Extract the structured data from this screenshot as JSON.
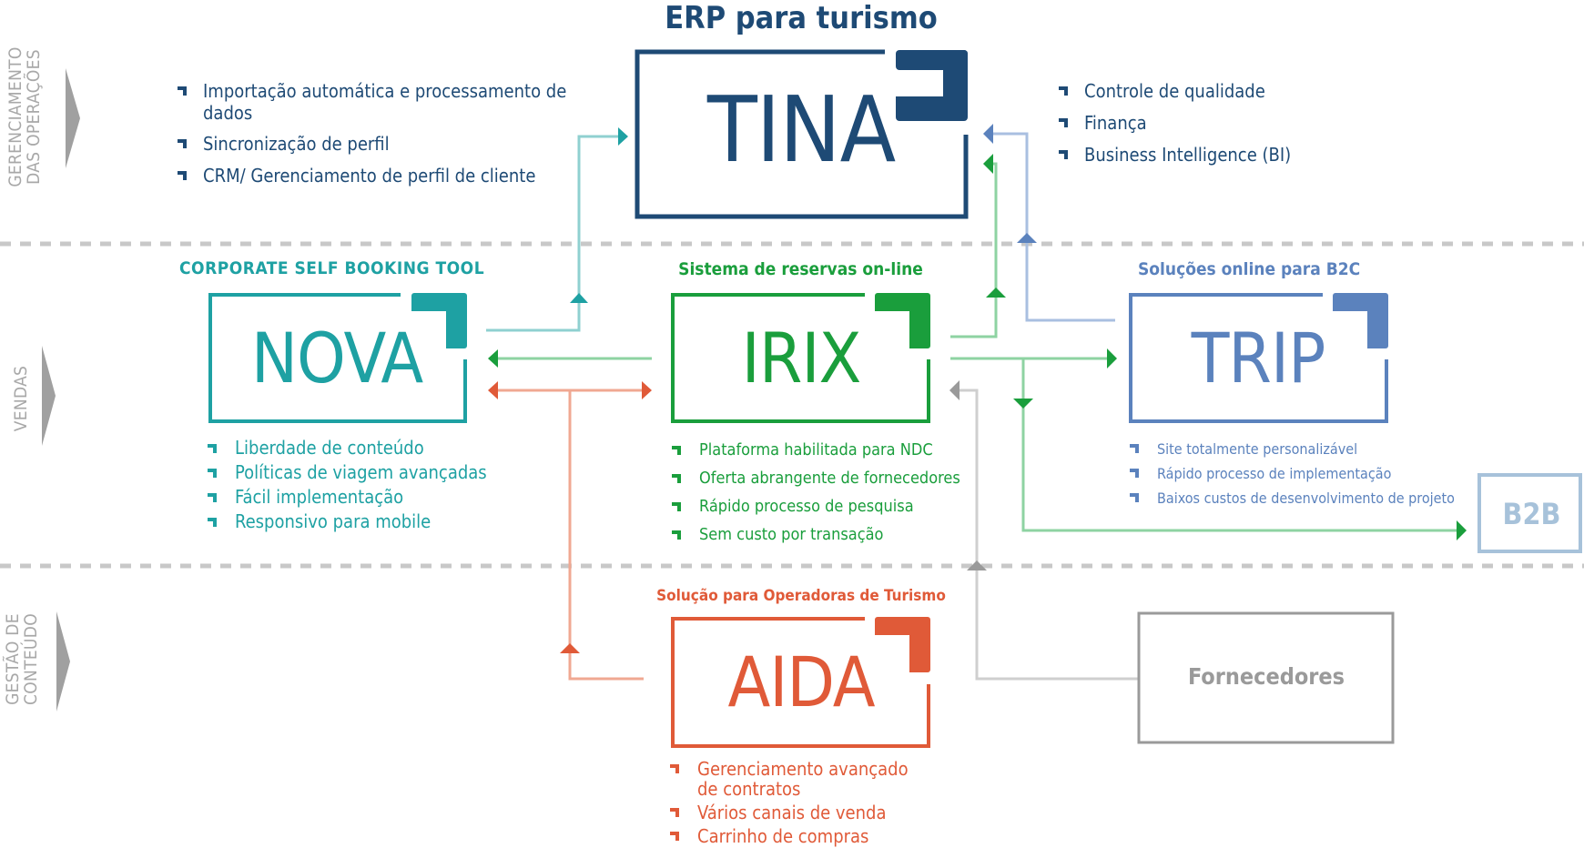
{
  "header": {
    "title": "ERP para turismo"
  },
  "lanes": [
    {
      "id": "ops",
      "lines": [
        "GERENCIAMENTO",
        "DAS OPERAÇÕES"
      ]
    },
    {
      "id": "sales",
      "lines": [
        "VENDAS"
      ]
    },
    {
      "id": "content",
      "lines": [
        "GESTÃO DE",
        "CONTEÚDO"
      ]
    }
  ],
  "colors": {
    "tina": "#1e4a75",
    "nova": "#1ea1a3",
    "irix": "#1a9e3c",
    "trip": "#5b82bd",
    "aida": "#e05a38",
    "b2b": "#a7c2da",
    "suppliers": "#9a9a9a",
    "lane": "#a8a8a8",
    "divider": "#c8c8c8"
  },
  "products": {
    "tina": {
      "name": "TINA",
      "left_features": [
        "Importação automática e processamento de dados",
        "Sincronização de perfil",
        "CRM/ Gerenciamento de perfil de cliente"
      ],
      "right_features": [
        "Controle de qualidade",
        "Finança",
        "Business Intelligence (BI)"
      ]
    },
    "nova": {
      "subtitle": "CORPORATE SELF BOOKING TOOL",
      "name": "NOVA",
      "features": [
        "Liberdade de conteúdo",
        "Políticas de viagem avançadas",
        "Fácil implementação",
        "Responsivo para mobile"
      ]
    },
    "irix": {
      "subtitle": "Sistema de reservas on-line",
      "name": "IRIX",
      "features": [
        "Plataforma habilitada para NDC",
        "Oferta abrangente de fornecedores",
        "Rápido processo de pesquisa",
        "Sem custo por transação"
      ]
    },
    "trip": {
      "subtitle": "Soluções online para B2C",
      "name": "TRIP",
      "features": [
        "Site totalmente personalizável",
        "Rápido processo de implementação",
        "Baixos custos de desenvolvimento de projeto"
      ]
    },
    "aida": {
      "subtitle": "Solução para Operadoras de Turismo",
      "name": "AIDA",
      "features": [
        "Gerenciamento avançado de contratos",
        "Vários canais de venda",
        "Carrinho de compras"
      ]
    },
    "b2b": {
      "name": "B2B"
    },
    "suppliers": {
      "name": "Fornecedores"
    }
  },
  "connections": [
    {
      "from": "nova",
      "to": "tina"
    },
    {
      "from": "irix",
      "to": "tina"
    },
    {
      "from": "trip",
      "to": "tina"
    },
    {
      "from": "irix",
      "to": "nova"
    },
    {
      "from": "aida",
      "to": "nova",
      "bidirectional_with": "irix"
    },
    {
      "from": "irix",
      "to": "trip"
    },
    {
      "from": "irix",
      "to": "b2b"
    },
    {
      "from": "suppliers",
      "to": "irix"
    }
  ]
}
